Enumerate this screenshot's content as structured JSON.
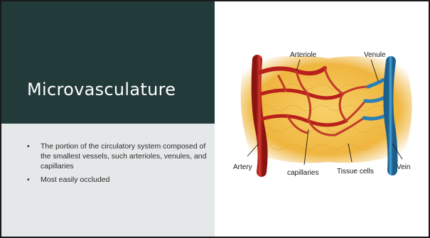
{
  "slide": {
    "title": "Microvasculature",
    "bullets": [
      "The portion of the circulatory system composed of the smallest vessels, such arterioles, venules, and capillaries",
      "Most easily occluded"
    ],
    "bullet_glyph": "•"
  },
  "figure": {
    "labels": {
      "arteriole": "Arteriole",
      "venule": "Venule",
      "artery": "Artery",
      "capillaries": "capillaries",
      "tissue_cells": "Tissue cells",
      "vein": "Vein"
    }
  },
  "colors": {
    "title_band": "#233a3b",
    "left_panel": "#e4e8e8",
    "artery_red": "#b8201c",
    "vein_blue": "#2a7fb5",
    "tissue_yellow": "#f2c24a"
  }
}
